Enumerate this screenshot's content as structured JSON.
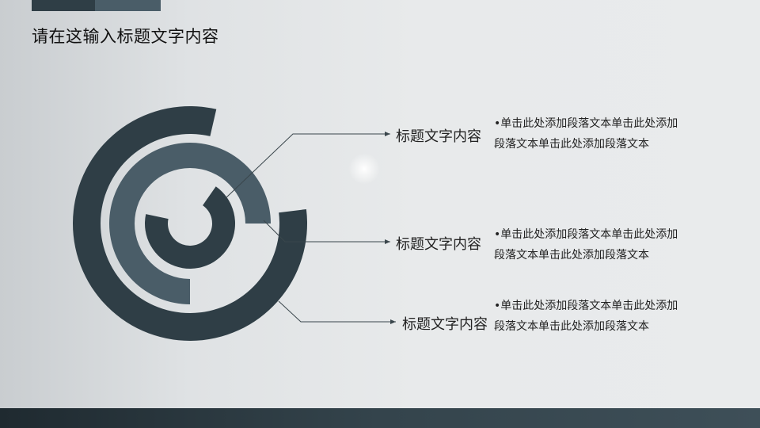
{
  "title": "请在这输入标题文字内容",
  "colors": {
    "dark": "#2f3e46",
    "medium": "#4a5d68",
    "line": "#3a464c"
  },
  "items": [
    {
      "label": "标题文字内容",
      "body": "•单击此处添加段落文本单击此处添加段落文本单击此处添加段落文本"
    },
    {
      "label": "标题文字内容",
      "body": "•单击此处添加段落文本单击此处添加段落文本单击此处添加段落文本"
    },
    {
      "label": "标题文字内容",
      "body": "•单击此处添加段落文本单击此处添加段落文本单击此处添加段落文本"
    }
  ]
}
